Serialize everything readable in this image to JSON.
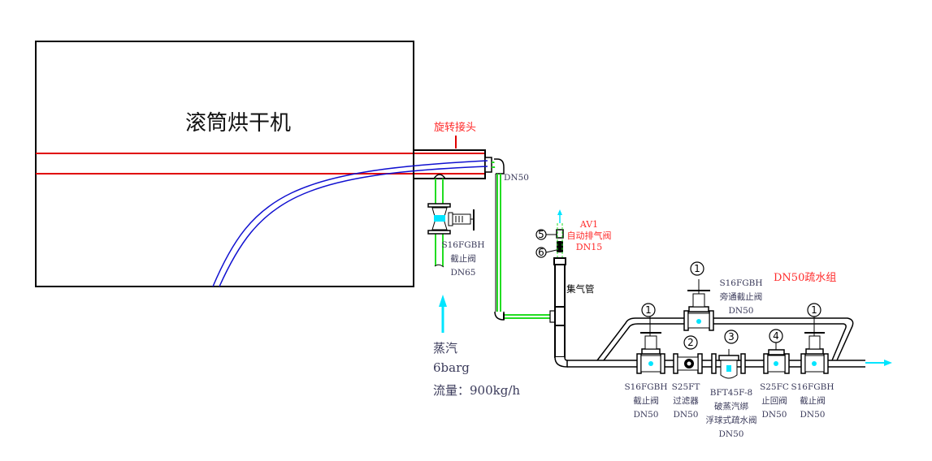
{
  "dryer": {
    "title": "滚筒烘干机"
  },
  "rotary_joint": {
    "label": "旋转接头"
  },
  "pipe_size_main": "DN50",
  "inlet_valve": {
    "model": "S16FGBH",
    "name": "截止阀",
    "size": "DN65"
  },
  "steam": {
    "label": "蒸汽",
    "pressure": "6barg",
    "flow": "流量：900kg/h"
  },
  "air_vent": {
    "model": "AV1",
    "name": "自动排气阀",
    "size": "DN15",
    "callouts": [
      "5",
      "6"
    ]
  },
  "header": {
    "label": "集气管"
  },
  "trap_group": {
    "title": "DN50疏水组"
  },
  "bypass_valve": {
    "callout": "1",
    "model": "S16FGBH",
    "name": "旁通截止阀",
    "size": "DN50"
  },
  "components": [
    {
      "callout": "1",
      "model": "S16FGBH",
      "name": "截止阀",
      "size": "DN50"
    },
    {
      "callout": "2",
      "model": "S25FT",
      "name": "过滤器",
      "size": "DN50"
    },
    {
      "callout": "3",
      "model": "BFT45F-8",
      "name": "破蒸汽绑",
      "name2": "浮球式疏水阀",
      "size": "DN50"
    },
    {
      "callout": "4",
      "model": "S25FC",
      "name": "止回阀",
      "size": "DN50"
    },
    {
      "callout": "1",
      "model": "S16FGBH",
      "name": "截止阀",
      "size": "DN50"
    }
  ],
  "colors": {
    "drum_line": "#e00000",
    "siphon": "#1010d0",
    "steam_pipe": "#22dd22",
    "steam_arrow": "#00e5ff"
  }
}
